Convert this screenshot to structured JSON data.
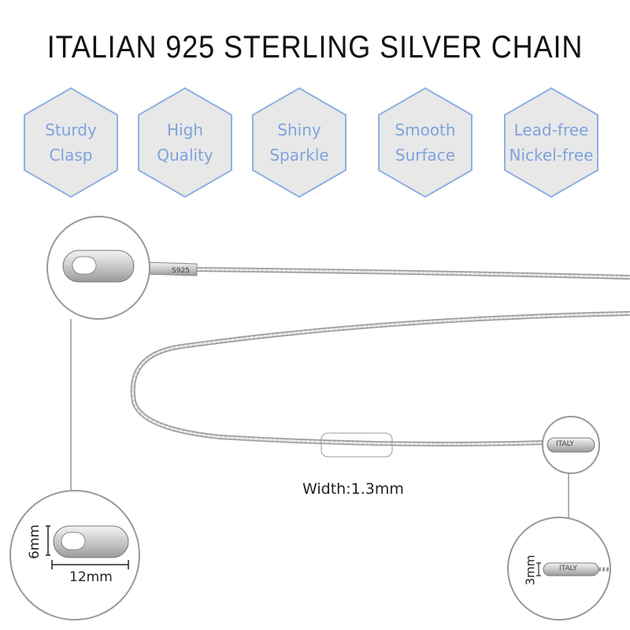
{
  "title": "ITALIAN 925 STERLING SILVER CHAIN",
  "features": [
    {
      "line1": "Sturdy",
      "line2": "Clasp"
    },
    {
      "line1": "High",
      "line2": "Quality"
    },
    {
      "line1": "Shiny",
      "line2": "Sparkle"
    },
    {
      "line1": "Smooth",
      "line2": "Surface"
    },
    {
      "line1": "Lead-free",
      "line2": "Nickel-free"
    }
  ],
  "clasp_stamp": "S925",
  "tag_stamp": "ITALY",
  "width_label": "Width:1.3mm",
  "clasp_height": "6mm",
  "clasp_length": "12mm",
  "tag_height": "3mm",
  "colors": {
    "hex_fill": "#e8e8e8",
    "hex_stroke": "#8fb0e0",
    "hex_text": "#7fa3dc"
  }
}
